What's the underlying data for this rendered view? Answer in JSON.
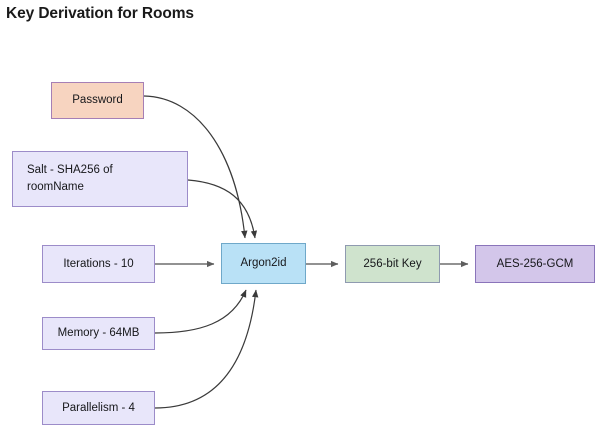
{
  "diagram": {
    "title": "Key Derivation for Rooms",
    "type": "flowchart",
    "nodes": [
      {
        "id": "password",
        "label": "Password",
        "fill": "#f7d4c0",
        "border": "#a67fb5"
      },
      {
        "id": "salt",
        "label_line1": "Salt - SHA256 of",
        "label_line2": "roomName",
        "fill": "#e8e6fa",
        "border": "#9c8cc9"
      },
      {
        "id": "iterations",
        "label": "Iterations - 10",
        "fill": "#e8e6fa",
        "border": "#9c8cc9"
      },
      {
        "id": "memory",
        "label": "Memory - 64MB",
        "fill": "#e8e6fa",
        "border": "#9c8cc9"
      },
      {
        "id": "parallelism",
        "label": "Parallelism - 4",
        "fill": "#e8e6fa",
        "border": "#9c8cc9"
      },
      {
        "id": "argon2id",
        "label": "Argon2id",
        "fill": "#b9e1f6",
        "border": "#6fa8c9"
      },
      {
        "id": "key",
        "label": "256-bit Key",
        "fill": "#cfe3cd",
        "border": "#8f9ab0"
      },
      {
        "id": "aes",
        "label": "AES-256-GCM",
        "fill": "#d3c6ea",
        "border": "#8a74ba"
      }
    ],
    "edges": [
      {
        "from": "password",
        "to": "argon2id"
      },
      {
        "from": "salt",
        "to": "argon2id"
      },
      {
        "from": "iterations",
        "to": "argon2id"
      },
      {
        "from": "memory",
        "to": "argon2id"
      },
      {
        "from": "parallelism",
        "to": "argon2id"
      },
      {
        "from": "argon2id",
        "to": "key"
      },
      {
        "from": "key",
        "to": "aes"
      }
    ],
    "edge_color": "#6e6e6e",
    "background": "#ffffff"
  }
}
